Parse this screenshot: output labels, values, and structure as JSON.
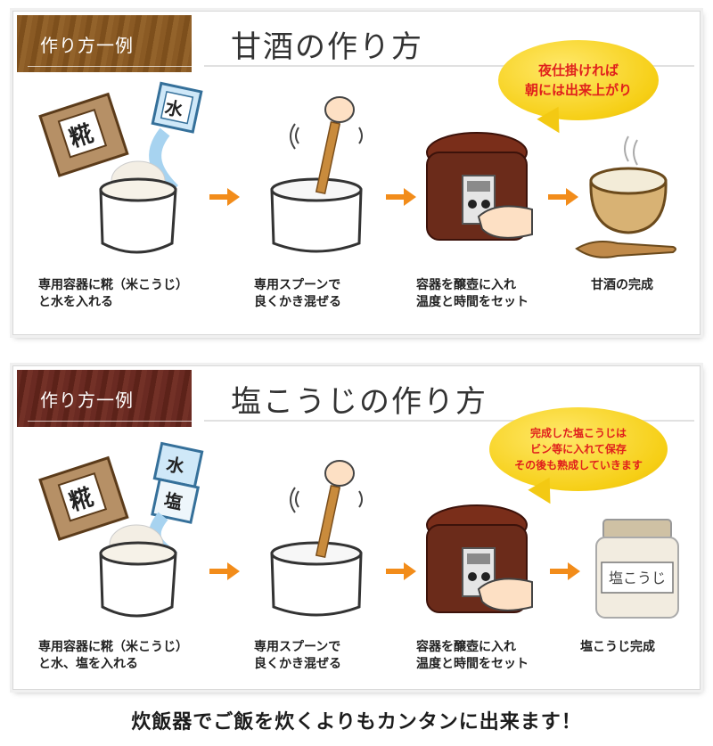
{
  "section1": {
    "tag": "作り方一例",
    "title": "甘酒の作り方",
    "bubble_lines": [
      "夜仕掛ければ",
      "朝には出来上がり"
    ],
    "package_labels": [
      "糀",
      "水"
    ],
    "steps": [
      {
        "line1": "専用容器に糀（米こうじ）",
        "line2": "と水を入れる"
      },
      {
        "line1": "専用スプーンで",
        "line2": "良くかき混ぜる"
      },
      {
        "line1": "容器を醸壺に入れ",
        "line2": "温度と時間をセット"
      },
      {
        "line1": "甘酒の完成",
        "line2": ""
      }
    ]
  },
  "section2": {
    "tag": "作り方一例",
    "title": "塩こうじの作り方",
    "bubble_lines": [
      "完成した塩こうじは",
      "ビン等に入れて保存",
      "その後も熟成していきます"
    ],
    "package_labels": [
      "糀",
      "水",
      "塩"
    ],
    "jar_label": "塩こうじ",
    "steps": [
      {
        "line1": "専用容器に糀（米こうじ）",
        "line2": "と水、塩を入れる"
      },
      {
        "line1": "専用スプーンで",
        "line2": "良くかき混ぜる"
      },
      {
        "line1": "容器を醸壺に入れ",
        "line2": "温度と時間をセット"
      },
      {
        "line1": "塩こうじ完成",
        "line2": ""
      }
    ]
  },
  "footer": "炊飯器でご飯を炊くよりもカンタンに出来ます！",
  "colors": {
    "arrow": "#f28c1a",
    "bubble_text": "#e0201c",
    "tag1": "#8a5a24",
    "tag2": "#6a2a22",
    "pot": "#6b2b1a"
  }
}
